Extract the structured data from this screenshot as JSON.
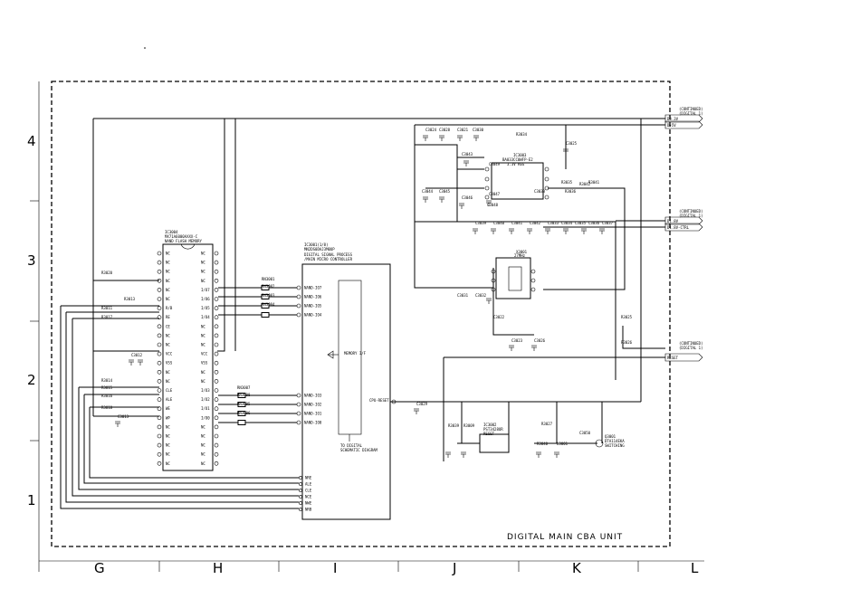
{
  "row_labels": [
    "4",
    "3",
    "2",
    "1"
  ],
  "column_labels": [
    "G",
    "H",
    "I",
    "J",
    "K",
    "L"
  ],
  "unit_label": "DIGITAL MAIN CBA UNIT",
  "ic_memory": {
    "ref": "IC3004",
    "part": "MX71A6000AXXX-C",
    "desc": "NAND FLASH MEMORY",
    "left_pins": [
      "NC",
      "NC",
      "NC",
      "NC",
      "NC",
      "NC",
      "R/B",
      "RE",
      "CE",
      "NC",
      "NC",
      "VCC",
      "VSS",
      "NC",
      "NC",
      "CLE",
      "ALE",
      "WE",
      "WP",
      "NC",
      "NC",
      "NC",
      "NC",
      "NC"
    ],
    "right_pins": [
      "NC",
      "NC",
      "NC",
      "NC",
      "I/O7",
      "I/O6",
      "I/O5",
      "I/O4",
      "NC",
      "NC",
      "NC",
      "VCC",
      "VSS",
      "NC",
      "NC",
      "I/O3",
      "I/O2",
      "I/O1",
      "I/O0",
      "NC",
      "NC",
      "NC",
      "NC",
      "NC"
    ]
  },
  "ic_main": {
    "ref": "IC3001(1/8)",
    "part": "MN2DS0DAJ3M0UP",
    "desc1": "DIGITAL SIGNAL PROCESS",
    "desc2": "/MAIN MICRO CONTROLLER",
    "pins_upper": [
      "NAND-IO7",
      "NAND-IO6",
      "NAND-IO5",
      "NAND-IO4"
    ],
    "pins_lower": [
      "NAND-IO3",
      "NAND-IO2",
      "NAND-IO1",
      "NAND-IO0"
    ],
    "pins_bottom": [
      "NRE",
      "ALE",
      "CLE",
      "NCE",
      "NWE",
      "NRB"
    ],
    "memory_if": "MEMORY I/F",
    "reset_pin": "CPU-RESET",
    "to_digital": "TO DIGITAL",
    "to_digital_sub": "SCHEMATIC DIAGRAM"
  },
  "ic_reg": {
    "ref": "IC3003",
    "part": "BA033CC0WFP-E2",
    "desc": "3.3V REG"
  },
  "ic_reset": {
    "ref": "IC3002",
    "part": "PST3428UR",
    "desc": "RESET"
  },
  "crystal": {
    "ref": "X3001",
    "value": "27MHz"
  },
  "transistor": {
    "ref": "Q3001",
    "part": "DTA114EKA",
    "desc": "SWITCHING"
  },
  "connectors": [
    {
      "label1": "(CONTINUED)",
      "label2": "(DIGITAL 1)",
      "nets": [
        "D3.3V",
        "D+5V"
      ]
    },
    {
      "label1": "(CONTINUED)",
      "label2": "(DIGITAL 1)",
      "nets": [
        "D1.8V",
        "D1.8V-CTRL"
      ]
    },
    {
      "label1": "(CONTINUED)",
      "label2": "(DIGITAL 1)",
      "nets": [
        "RESET"
      ]
    }
  ],
  "top_parts": [
    "C3024",
    "C3028",
    "C3021",
    "C3030",
    "C3025",
    "C3043",
    "C3049",
    "C3044",
    "C3045",
    "C3046",
    "C3047",
    "C3048",
    "C3039",
    "C3040",
    "C3041",
    "C3042",
    "C3033",
    "C3034",
    "C3035",
    "C3036",
    "C3037",
    "C3038",
    "R3034",
    "R3035",
    "R3036",
    "R3041",
    "R3042"
  ],
  "left_parts": [
    "R3020",
    "R3013",
    "R3011",
    "R3017",
    "R3014",
    "R3015",
    "R3016",
    "R3018",
    "C3012",
    "C3013"
  ],
  "mid_parts": [
    "RN3001",
    "RN3002",
    "RN3003",
    "RN3004",
    "RN3007",
    "RN3008",
    "RN3005",
    "RN3006"
  ],
  "right_parts": [
    "R3025",
    "R3026",
    "R3027",
    "C3031",
    "C3032",
    "C3022",
    "C3023",
    "C3026",
    "C3029",
    "C3050",
    "R3009",
    "R3039",
    "R3040",
    "L3001"
  ]
}
